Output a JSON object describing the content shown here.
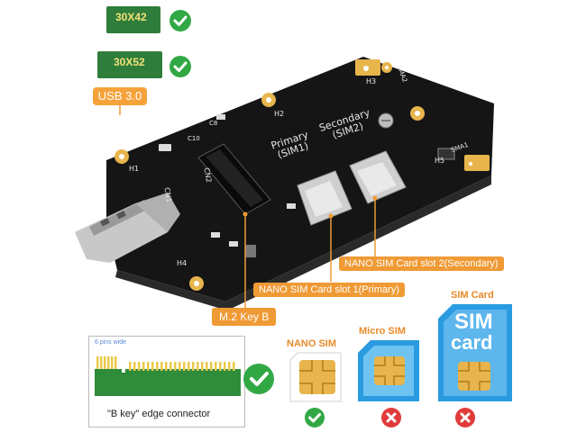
{
  "modules": [
    {
      "label": "30X42",
      "supported": true
    },
    {
      "label": "30X52",
      "supported": true
    }
  ],
  "usb_label": "USB 3.0",
  "pcb": {
    "sim_primary": "Primary\n(SIM1)",
    "sim_secondary": "Secondary\n(SIM2)",
    "hole_labels": [
      "H1",
      "H2",
      "H3",
      "H4",
      "H5"
    ],
    "sma_labels": [
      "SMA1",
      "SMA2"
    ],
    "other_labels": [
      "CN1",
      "CN2",
      "C10",
      "C8"
    ]
  },
  "callouts": {
    "slot2": "NANO SIM Card slot 2(Secondary)",
    "slot1": "NANO SIM Card slot 1(Primary)",
    "m2": "M.2 Key B"
  },
  "edge": {
    "pins_label": "6 pins wide",
    "caption": "\"B key\" edge connector"
  },
  "sim_types": [
    {
      "label": "NANO SIM",
      "supported": true
    },
    {
      "label": "Micro SIM",
      "supported": false
    },
    {
      "label": "SIM Card",
      "card_text_1": "SIM",
      "card_text_2": "card",
      "supported": false
    }
  ],
  "colors": {
    "pcb": "#151515",
    "gold": "#e7b54c",
    "orange": "#f09a35",
    "green_check": "#32a845",
    "red_x": "#e03b3b",
    "module_green": "#2f7d3a",
    "sim_blue": "#2a9be0"
  }
}
